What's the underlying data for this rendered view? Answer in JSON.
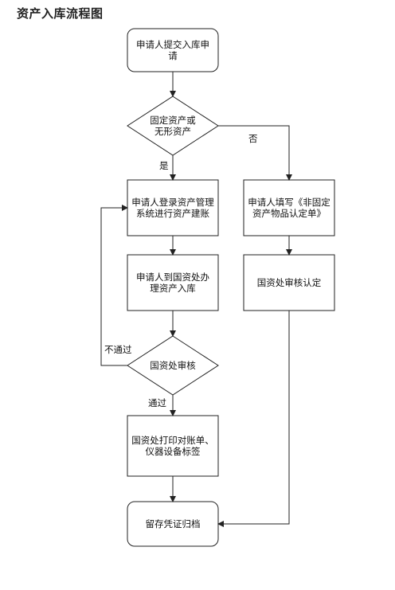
{
  "title": "资产入库流程图",
  "nodes": {
    "apply": "申请人提交入库申请",
    "decide": "固定资产或无形资产",
    "login": "申请人登录资产管理系统进行资产建账",
    "goto": "申请人到国资处办理资产入库",
    "fill": "申请人填写《非固定资产物品认定单》",
    "review_right": "国资处审核认定",
    "review": "国资处审核",
    "print": "国资处打印对账单、仪器设备标签",
    "archive": "留存凭证归档"
  },
  "edges": {
    "yes": "是",
    "no": "否",
    "reject": "不通过",
    "pass": "通过"
  },
  "colors": {
    "stroke": "#222222",
    "fill": "#ffffff"
  }
}
